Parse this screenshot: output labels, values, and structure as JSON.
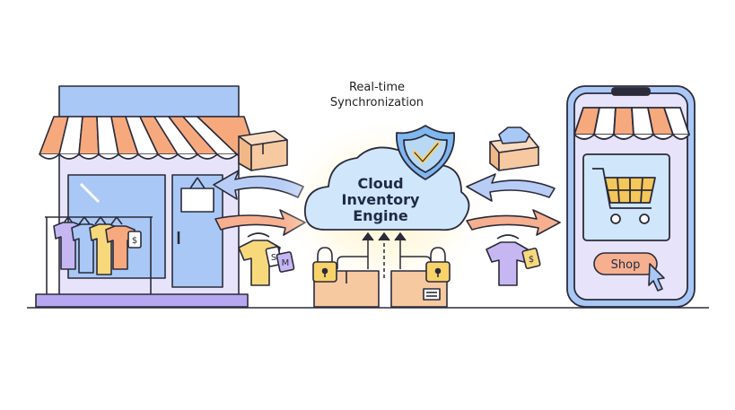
{
  "caption": {
    "line1": "Real-time",
    "line2": "Synchronization"
  },
  "cloud": {
    "line1": "Cloud",
    "line2": "Inventory",
    "line3": "Engine"
  },
  "phone": {
    "shop_button_label": "Shop"
  },
  "tags": {
    "size_small": "S",
    "size_medium": "M",
    "price_symbol": "$"
  },
  "colors": {
    "outline": "#2b2b3a",
    "awning_orange": "#f7a97e",
    "awning_white": "#ffffff",
    "storefront_blue": "#a9c8f5",
    "wall_lavender": "#e6e3fb",
    "base_purple": "#b7a7f0",
    "cloud_blue": "#cfe6fb",
    "shield_blue": "#7fb7ef",
    "check_yellow": "#f7d36a",
    "box_tan": "#f6c9a0",
    "arrow_blue": "#b8cdf6",
    "arrow_orange": "#f6b08f",
    "shirt_yellow": "#f7d97c",
    "shirt_purple": "#c6b7f3",
    "cart_yellow": "#f5c75a",
    "glow": "#fff3c4"
  }
}
